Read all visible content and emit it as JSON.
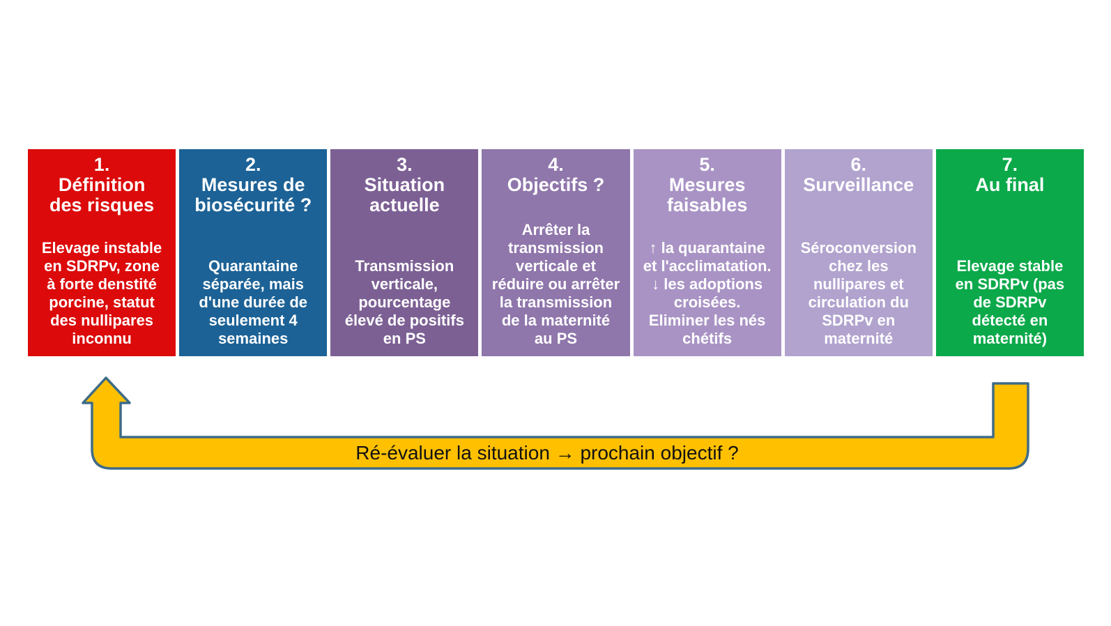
{
  "palette": {
    "page_background": "#FFFFFF",
    "box_text_color": "#FFFFFF",
    "arrow_label_color": "#111111"
  },
  "steps": [
    {
      "number": "1.",
      "title": "Définition\ndes risques",
      "body": "Elevage instable\nen SDRPv, zone\nà forte denstité\nporcine, statut\ndes nullipares\ninconnu",
      "color": "#DC0A0A"
    },
    {
      "number": "2.",
      "title": "Mesures de\nbiosécurité ?",
      "body": "Quarantaine\nséparée, mais\nd'une durée de\nseulement 4\nsemaines",
      "color": "#1C6296"
    },
    {
      "number": "3.",
      "title": "Situation\nactuelle",
      "body": "Transmission\nverticale,\npourcentage\nélevé de positifs\nen PS",
      "color": "#7C6094"
    },
    {
      "number": "4.",
      "title": "Objectifs ?",
      "body": "Arrêter la\ntransmission\nverticale et\nréduire ou arrêter\nla transmission\nde la maternité\nau PS",
      "color": "#8F76AB"
    },
    {
      "number": "5.",
      "title": "Mesures\nfaisables",
      "body": "↑ la quarantaine\net l'acclimatation.\n↓ les adoptions\ncroisées.\nEliminer les nés\nchétifs",
      "color": "#A993C4"
    },
    {
      "number": "6.",
      "title": "Surveillance",
      "body": "Séroconversion\nchez les\nnullipares et\ncirculation du\nSDRPv en\nmaternité",
      "color": "#B1A3CE"
    },
    {
      "number": "7.",
      "title": "Au final",
      "body": "Elevage stable\nen SDRPv (pas\nde SDRPv\ndétecté en\nmaternité)",
      "color": "#0BA94A"
    }
  ],
  "feedback_arrow": {
    "label": "Ré-évaluer la situation → prochain objectif ?",
    "fill": "#FFC000",
    "outline": "#3E6B87"
  }
}
